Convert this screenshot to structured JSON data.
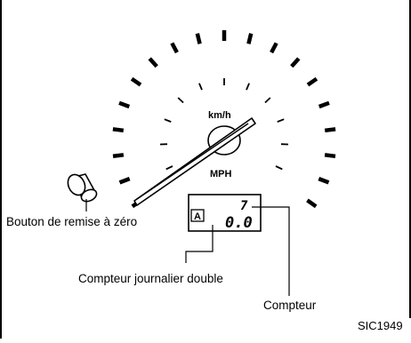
{
  "gauge": {
    "unit_top": "km/h",
    "unit_bottom": "MPH"
  },
  "display": {
    "badge": "A",
    "trip_value": "0.0",
    "odometer_value": "7"
  },
  "callouts": {
    "reset_button": "Bouton de remise à zéro",
    "dual_trip": "Compteur journalier double",
    "odometer": "Compteur"
  },
  "figure_code": "SIC1949"
}
